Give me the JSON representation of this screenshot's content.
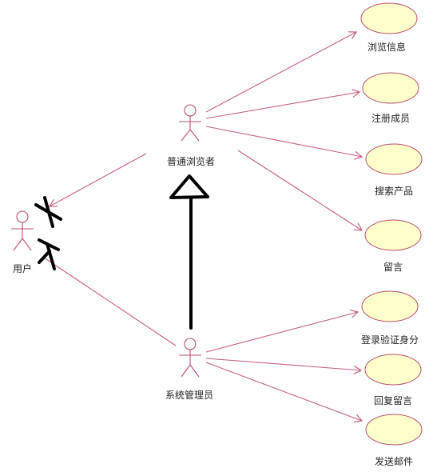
{
  "colors": {
    "line": "#c4607a",
    "usecase_fill": "#ffffcc",
    "usecase_stroke": "#b8506c",
    "ink": "#000000",
    "text": "#222222"
  },
  "actors": {
    "user": {
      "label": "用户"
    },
    "browser": {
      "label": "普通浏览者"
    },
    "admin": {
      "label": "系统管理员"
    }
  },
  "usecases": {
    "uc1": {
      "label": "浏览信息"
    },
    "uc2": {
      "label": "注册成员"
    },
    "uc3": {
      "label": "搜索产品"
    },
    "uc4": {
      "label": "留言"
    },
    "uc5": {
      "label": "登录验证身分"
    },
    "uc6": {
      "label": "回复留言"
    },
    "uc7": {
      "label": "发送邮件"
    }
  },
  "annotations": {
    "cross_marks": 2,
    "generalization": {
      "from": "admin",
      "to": "browser"
    }
  }
}
